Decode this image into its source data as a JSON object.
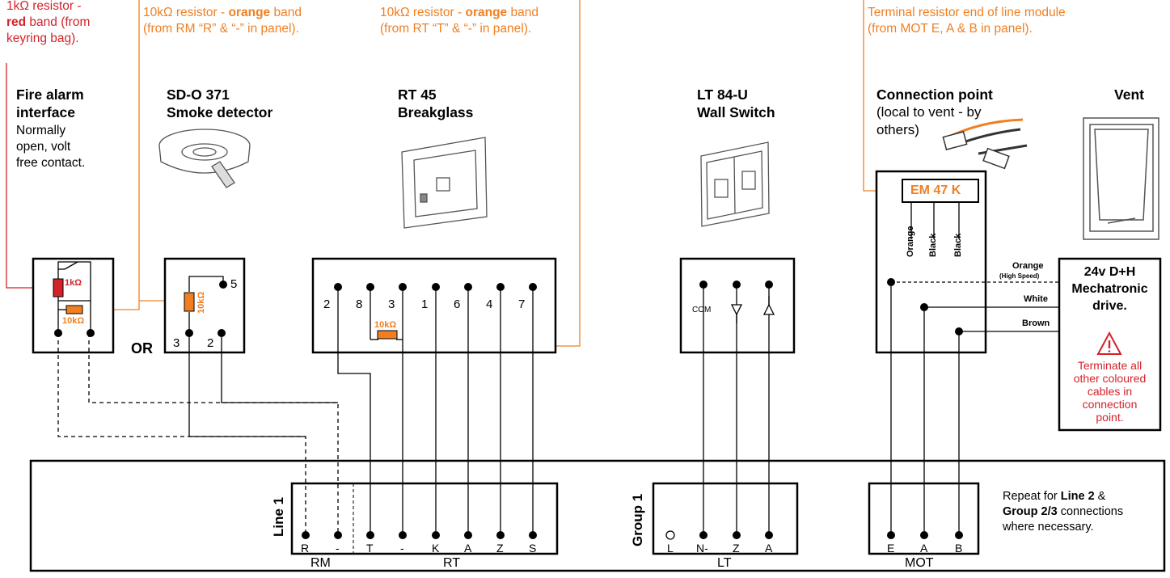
{
  "annotations": {
    "red_resistor_line1": "1kΩ resistor -",
    "red_resistor_bold": "red",
    "red_resistor_line2": " band (from",
    "red_resistor_line3": "keyring bag).",
    "sd_resistor_line1a": "10kΩ resistor - ",
    "sd_resistor_bold": "orange",
    "sd_resistor_line1b": " band",
    "sd_resistor_line2": "(from RM “R” & “-” in panel).",
    "rt_resistor_line1a": "10kΩ resistor - ",
    "rt_resistor_bold": "orange",
    "rt_resistor_line1b": " band",
    "rt_resistor_line2": "(from RT “T” & “-” in panel).",
    "eol_line1": "Terminal resistor end of line module",
    "eol_line2": "(from MOT E, A & B in panel)."
  },
  "devices": {
    "fire_alarm": {
      "title1": "Fire alarm",
      "title2": "interface",
      "desc1": "Normally",
      "desc2": "open, volt",
      "desc3": "free contact.",
      "res_red": "1kΩ",
      "res_org": "10kΩ"
    },
    "or_label": "OR",
    "smoke": {
      "title1": "SD-O 371",
      "title2": "Smoke detector",
      "terminals": [
        "5",
        "3",
        "2"
      ],
      "res": "10kΩ"
    },
    "breakglass": {
      "title1": "RT 45",
      "title2": "Breakglass",
      "terminals": [
        "2",
        "8",
        "3",
        "1",
        "6",
        "4",
        "7"
      ],
      "res": "10kΩ"
    },
    "wall_switch": {
      "title1": "LT 84-U",
      "title2": "Wall Switch",
      "com": "COM"
    },
    "connection_point": {
      "title1": "Connection point",
      "desc1": "(local to vent - by",
      "desc2": "others)",
      "module": "EM 47 K",
      "wires": [
        "Orange",
        "Black",
        "Black"
      ]
    },
    "vent": {
      "title": "Vent"
    },
    "drive": {
      "title1": "24v D+H",
      "title2": "Mechatronic",
      "title3": "drive.",
      "wire_orange": "Orange",
      "wire_orange_note": "(High Speed)",
      "wire_white": "White",
      "wire_brown": "Brown",
      "warn1": "Terminate all",
      "warn2": "other coloured",
      "warn3": "cables in",
      "warn4": "connection",
      "warn5": "point."
    }
  },
  "panel": {
    "line_label": "Line 1",
    "group_label": "Group 1",
    "line_terminals": [
      "R",
      "-",
      "T",
      "-",
      "K",
      "A",
      "Z",
      "S"
    ],
    "group_terminals": [
      "L",
      "N-",
      "Z",
      "A"
    ],
    "mot_terminals": [
      "E",
      "A",
      "B"
    ],
    "rm": "RM",
    "rt": "RT",
    "lt": "LT",
    "mot": "MOT",
    "note_a": "Repeat for ",
    "note_b": "Line 2",
    "note_c": " &",
    "note_d": "Group 2/3",
    "note_e": " connections",
    "note_f": "where necessary."
  },
  "colors": {
    "red": "#d3222a",
    "orange": "#f07f22",
    "black": "#000000"
  },
  "icons": [
    "smoke-detector-icon",
    "breakglass-icon",
    "wall-switch-icon",
    "cable-connector-icon",
    "vent-window-icon",
    "warning-triangle-icon"
  ]
}
